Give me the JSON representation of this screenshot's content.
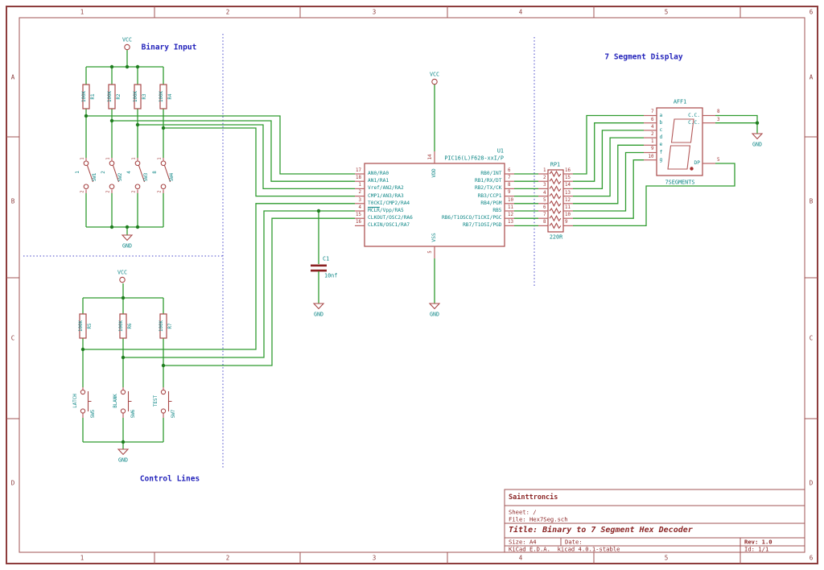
{
  "sheet_ruler": {
    "columns": [
      "1",
      "2",
      "3",
      "4",
      "5",
      "6"
    ],
    "rows": [
      "A",
      "B",
      "C",
      "D"
    ]
  },
  "section_labels": {
    "binary_input": "Binary Input",
    "seven_segment": "7 Segment Display",
    "control_lines": "Control Lines"
  },
  "power": {
    "vcc": "VCC",
    "gnd": "GND"
  },
  "binary_input": {
    "resistors": [
      {
        "ref": "R1",
        "value": "100K"
      },
      {
        "ref": "R2",
        "value": "100K"
      },
      {
        "ref": "R3",
        "value": "100K"
      },
      {
        "ref": "R4",
        "value": "100K"
      }
    ],
    "switches": [
      {
        "ref": "SW1",
        "value": "1",
        "pins": [
          "1",
          "2"
        ]
      },
      {
        "ref": "SW2",
        "value": "2",
        "pins": [
          "1",
          "2"
        ]
      },
      {
        "ref": "SW3",
        "value": "4",
        "pins": [
          "1",
          "2"
        ]
      },
      {
        "ref": "SW4",
        "value": "8",
        "pins": [
          "1",
          "2"
        ]
      }
    ]
  },
  "control_lines": {
    "resistors": [
      {
        "ref": "R5",
        "value": "100K"
      },
      {
        "ref": "R6",
        "value": "100K"
      },
      {
        "ref": "R7",
        "value": "100K"
      }
    ],
    "switches": [
      {
        "ref": "SW5",
        "value": "LATCH"
      },
      {
        "ref": "SW6",
        "value": "BLANK"
      },
      {
        "ref": "SW7",
        "value": "TEST"
      }
    ]
  },
  "mcu": {
    "ref": "U1",
    "value": "PIC16(L)F628-xxI/P",
    "left_pins": [
      {
        "num": "17",
        "name": "AN0/RA0"
      },
      {
        "num": "18",
        "name": "AN1/RA1"
      },
      {
        "num": "1",
        "name": "Vref/AN2/RA2"
      },
      {
        "num": "2",
        "name": "CMP1/AN3/RA3"
      },
      {
        "num": "3",
        "name": "T0CKI/CMP2/RA4"
      },
      {
        "num": "4",
        "name": "MCLR/Vpp/RA5",
        "overline": "MCLR"
      },
      {
        "num": "15",
        "name": "CLKOUT/OSC2/RA6"
      },
      {
        "num": "16",
        "name": "CLKIN/OSC1/RA7"
      }
    ],
    "right_pins": [
      {
        "num": "6",
        "name": "RB0/INT"
      },
      {
        "num": "7",
        "name": "RB1/RX/DT"
      },
      {
        "num": "8",
        "name": "RB2/TX/CK"
      },
      {
        "num": "9",
        "name": "RB3/CCP1"
      },
      {
        "num": "10",
        "name": "RB4/PGM"
      },
      {
        "num": "11",
        "name": "RB5"
      },
      {
        "num": "12",
        "name": "RB6/T1OSCO/T1CKI/PGC"
      },
      {
        "num": "13",
        "name": "RB7/T1OSI/PGD"
      }
    ],
    "top_pin": {
      "num": "14",
      "name": "VDD"
    },
    "bottom_pin": {
      "num": "5",
      "name": "VSS"
    }
  },
  "capacitor": {
    "ref": "C1",
    "value": "10nf"
  },
  "resistor_pack": {
    "ref": "RP1",
    "value": "220R",
    "left_pins": [
      "1",
      "2",
      "3",
      "4",
      "5",
      "6",
      "7",
      "8"
    ],
    "right_pins": [
      "16",
      "15",
      "14",
      "13",
      "12",
      "11",
      "10",
      "9"
    ]
  },
  "display": {
    "ref": "AFF1",
    "value": "7SEGMENTS",
    "left_pins": [
      {
        "num": "7",
        "name": "a"
      },
      {
        "num": "6",
        "name": "b"
      },
      {
        "num": "4",
        "name": "c"
      },
      {
        "num": "2",
        "name": "d"
      },
      {
        "num": "1",
        "name": "e"
      },
      {
        "num": "9",
        "name": "f"
      },
      {
        "num": "10",
        "name": "g"
      }
    ],
    "right_pins": [
      {
        "num": "8",
        "name": "C.C."
      },
      {
        "num": "3",
        "name": "C.C."
      },
      {
        "num": "5",
        "name": "DP"
      }
    ]
  },
  "title_block": {
    "company": "Sainttroncis",
    "sheet": "Sheet: /",
    "file": "File: Hex7Seg.sch",
    "title": "Title: Binary to 7 Segment Hex Decoder",
    "size": "Size: A4",
    "date": "Date:",
    "rev": "Rev: 1.0",
    "tool": "KiCad E.D.A.  kicad 4.0.1-stable",
    "id": "Id: 1/1"
  },
  "colors": {
    "wire_green": "#2f9b2f",
    "symbol_red": "#a84848",
    "pin_name_teal": "#0d8686",
    "note_blue": "#2424bb",
    "frame_red": "#8d3d3d",
    "title_text": "#8b2525"
  }
}
